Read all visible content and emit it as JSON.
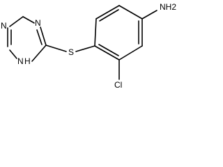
{
  "molecule": {
    "labels": {
      "amine": "NH2",
      "chlorine": "Cl",
      "sulfur": "S",
      "triazole_n1": "N",
      "triazole_n2": "N",
      "triazole_nh": "N",
      "nh_hydrogen": "H"
    }
  }
}
